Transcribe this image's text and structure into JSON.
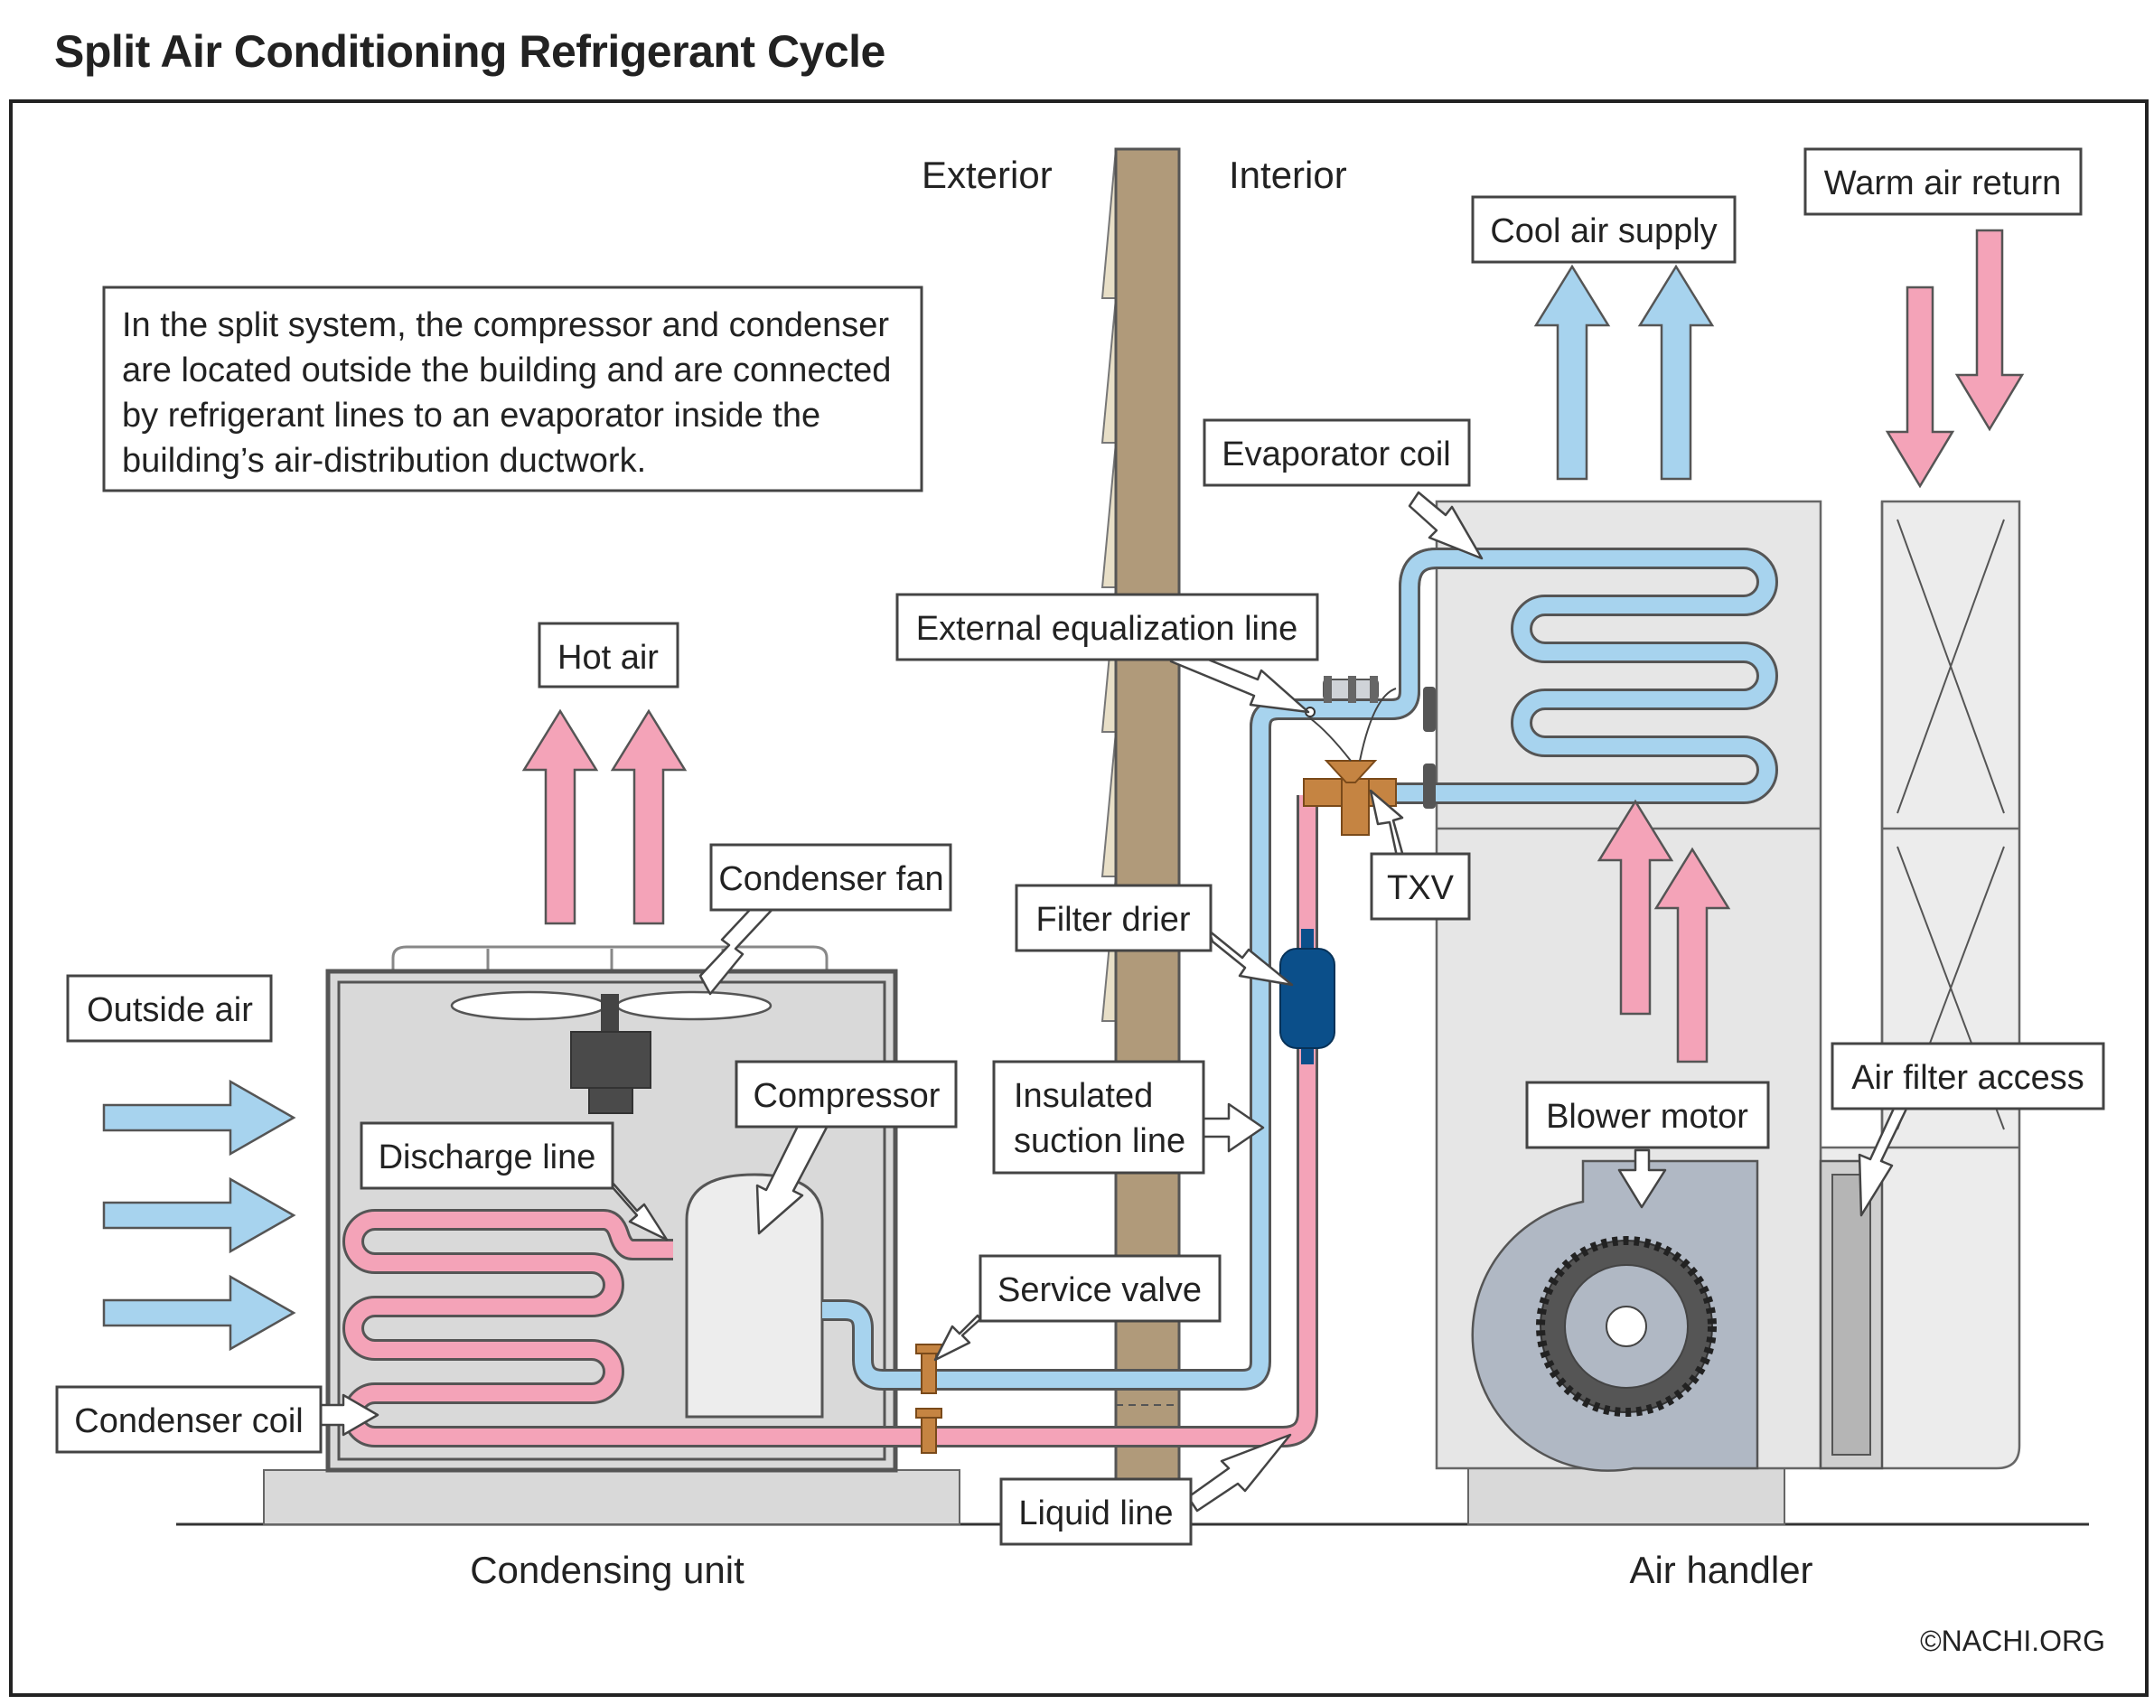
{
  "title": "Split Air Conditioning Refrigerant Cycle",
  "description": "In the split system, the compressor and condenser are located outside the building and are connected by refrigerant lines to an evaporator inside the building’s air-distribution ductwork.",
  "description_lines": [
    "In the split system, the compressor and condenser",
    "are located outside the building and are connected",
    "by refrigerant lines to an evaporator inside the",
    "building’s air-distribution ductwork."
  ],
  "zones": {
    "exterior": "Exterior",
    "interior": "Interior"
  },
  "units": {
    "condensing": "Condensing unit",
    "air_handler": "Air handler"
  },
  "labels": {
    "hot_air": "Hot air",
    "cool_air_supply": "Cool air supply",
    "warm_air_return": "Warm air return",
    "outside_air": "Outside air",
    "condenser_fan": "Condenser fan",
    "compressor": "Compressor",
    "discharge_line": "Discharge line",
    "condenser_coil": "Condenser coil",
    "service_valve": "Service valve",
    "insulated_suction_line_1": "Insulated",
    "insulated_suction_line_2": "suction line",
    "liquid_line": "Liquid line",
    "filter_drier": "Filter drier",
    "external_equalization_line": "External equalization line",
    "evaporator_coil": "Evaporator coil",
    "txv": "TXV",
    "blower_motor": "Blower motor",
    "air_filter_access": "Air filter access"
  },
  "copyright": "©NACHI.ORG",
  "colors": {
    "hot": "#f4a3b8",
    "cool": "#a7d3ee",
    "unit_gray": "#d9d9d9",
    "wall_brown": "#b09a7a",
    "drier_blue": "#0b4f8a",
    "valve_copper": "#c58442"
  }
}
